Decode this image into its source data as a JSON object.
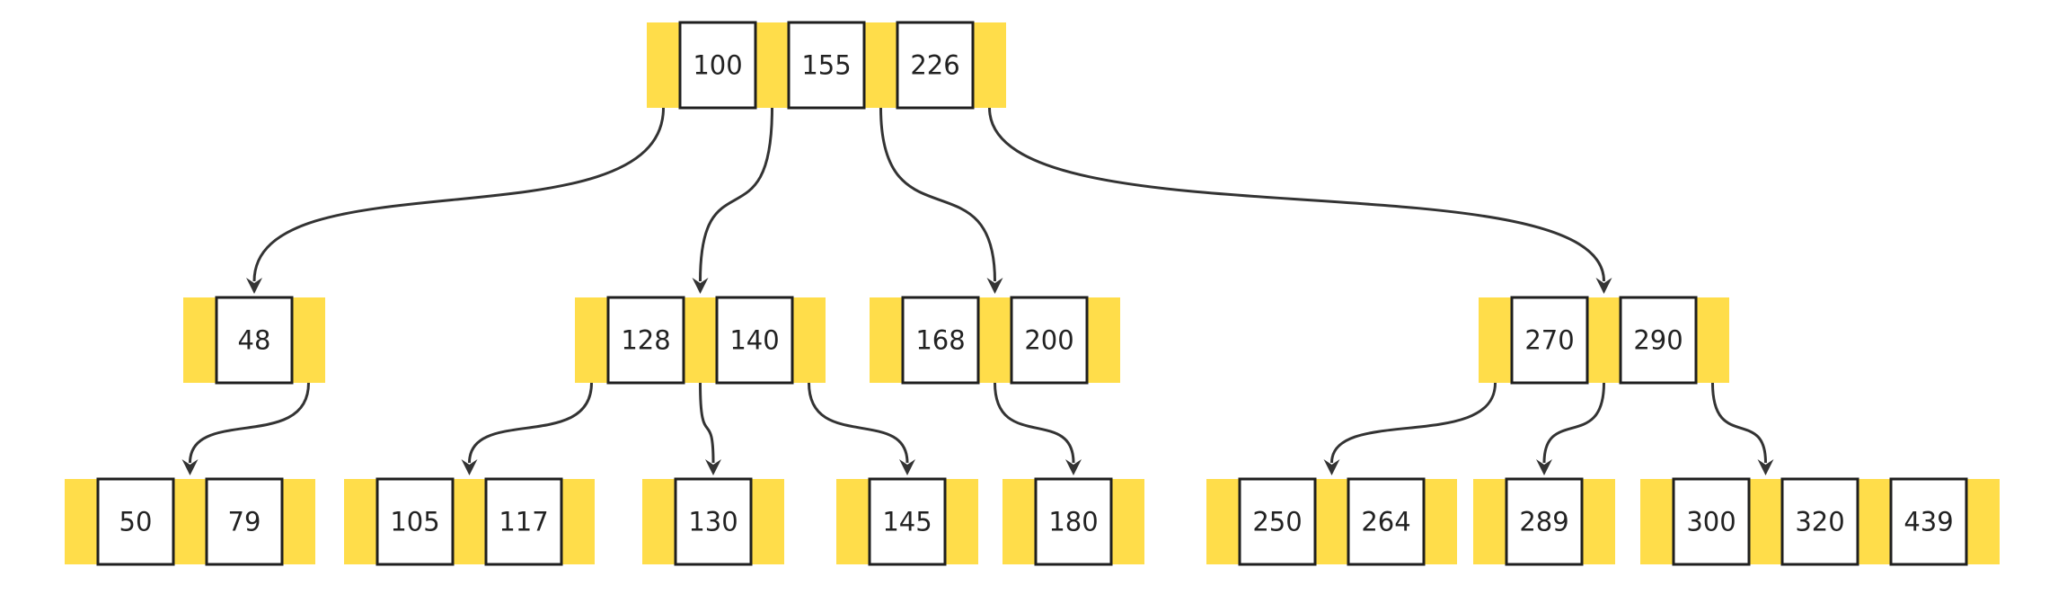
{
  "colors": {
    "node_fill": "#FFDD4A",
    "key_box_fill": "#FFFFFF",
    "key_box_border": "#1F1F1F",
    "edge": "#333333"
  },
  "tree": {
    "nodes": [
      {
        "id": "root",
        "keys": [
          "100",
          "155",
          "226"
        ]
      },
      {
        "id": "n48",
        "keys": [
          "48"
        ]
      },
      {
        "id": "n128",
        "keys": [
          "128",
          "140"
        ]
      },
      {
        "id": "n168",
        "keys": [
          "168",
          "200"
        ]
      },
      {
        "id": "n270",
        "keys": [
          "270",
          "290"
        ]
      },
      {
        "id": "l50",
        "keys": [
          "50",
          "79"
        ]
      },
      {
        "id": "l105",
        "keys": [
          "105",
          "117"
        ]
      },
      {
        "id": "l130",
        "keys": [
          "130"
        ]
      },
      {
        "id": "l145",
        "keys": [
          "145"
        ]
      },
      {
        "id": "l180",
        "keys": [
          "180"
        ]
      },
      {
        "id": "l250",
        "keys": [
          "250",
          "264"
        ]
      },
      {
        "id": "l289",
        "keys": [
          "289"
        ]
      },
      {
        "id": "l300",
        "keys": [
          "300",
          "320",
          "439"
        ]
      }
    ],
    "edges": [
      {
        "from": "root",
        "pointer": 0,
        "to": "n48"
      },
      {
        "from": "root",
        "pointer": 1,
        "to": "n128"
      },
      {
        "from": "root",
        "pointer": 2,
        "to": "n168"
      },
      {
        "from": "root",
        "pointer": 3,
        "to": "n270"
      },
      {
        "from": "n48",
        "pointer": 1,
        "to": "l50"
      },
      {
        "from": "n128",
        "pointer": 0,
        "to": "l105"
      },
      {
        "from": "n128",
        "pointer": 1,
        "to": "l130"
      },
      {
        "from": "n128",
        "pointer": 2,
        "to": "l145"
      },
      {
        "from": "n168",
        "pointer": 1,
        "to": "l180"
      },
      {
        "from": "n270",
        "pointer": 0,
        "to": "l250"
      },
      {
        "from": "n270",
        "pointer": 1,
        "to": "l289"
      },
      {
        "from": "n270",
        "pointer": 2,
        "to": "l300"
      }
    ]
  }
}
